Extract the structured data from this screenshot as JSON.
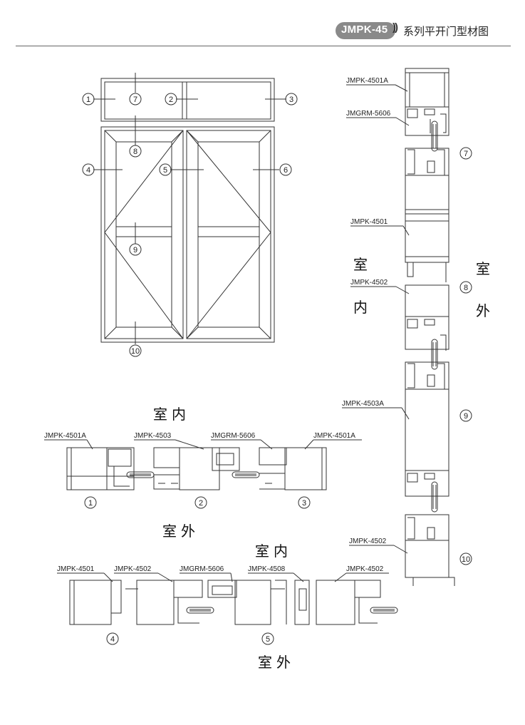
{
  "header": {
    "badge": "JMPK-45",
    "arrow": "))",
    "title": "系列平开门型材图"
  },
  "markers": {
    "m1": "1",
    "m2": "2",
    "m3": "3",
    "m4": "4",
    "m5": "5",
    "m6": "6",
    "m7": "7",
    "m8": "8",
    "m9": "9",
    "m10": "10"
  },
  "captions": {
    "indoor": "室内",
    "outdoor": "室外",
    "indoor_1": "室",
    "indoor_2": "内",
    "outdoor_1": "室",
    "outdoor_2": "外"
  },
  "labels": {
    "jmpk_4501a": "JMPK-4501A",
    "jmgrm_5606": "JMGRM-5606",
    "jmpk_4501": "JMPK-4501",
    "jmpk_4502": "JMPK-4502",
    "jmpk_4503a": "JMPK-4503A",
    "jmpk_4503": "JMPK-4503",
    "jmpk_4508": "JMPK-4508"
  },
  "colors": {
    "line": "#333333",
    "badge": "#8a8a8a"
  }
}
